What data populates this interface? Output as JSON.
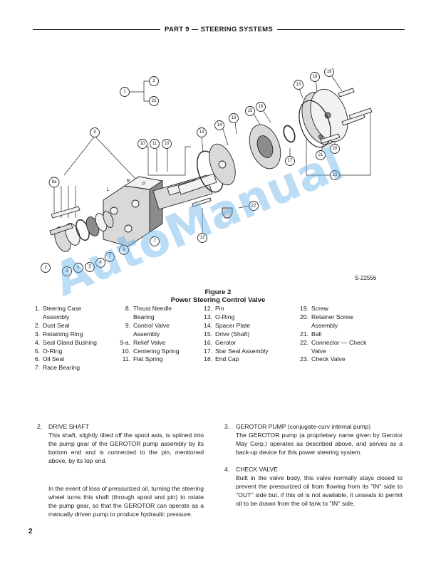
{
  "header": {
    "title": "PART 9 — STEERING SYSTEMS"
  },
  "figure": {
    "id": "S-22556",
    "label": "Figure 2",
    "caption": "Power Steering Control Valve",
    "port_labels": [
      "L",
      "R",
      "P"
    ],
    "callouts": [
      "1",
      "2",
      "22",
      "9",
      "10",
      "11",
      "10",
      "9a",
      "13",
      "14",
      "13",
      "15",
      "16",
      "18",
      "19",
      "13",
      "17",
      "21",
      "20",
      "23",
      "22",
      "12",
      "2",
      "3",
      "4",
      "5",
      "6",
      "7",
      "8",
      "7"
    ]
  },
  "parts_list": {
    "col1": [
      {
        "num": "1.",
        "lines": [
          "Steering Case",
          "Assembly"
        ]
      },
      {
        "num": "2.",
        "lines": [
          "Dust Seal"
        ]
      },
      {
        "num": "3.",
        "lines": [
          "Retaining Ring"
        ]
      },
      {
        "num": "4.",
        "lines": [
          "Seal Gland Bushing"
        ]
      },
      {
        "num": "5.",
        "lines": [
          "O-Ring"
        ]
      },
      {
        "num": "6.",
        "lines": [
          "Oil Seal"
        ]
      },
      {
        "num": "7.",
        "lines": [
          "Race Bearing"
        ]
      }
    ],
    "col2": [
      {
        "num": "8.",
        "lines": [
          "Thrust Needle",
          "Bearing"
        ]
      },
      {
        "num": "9.",
        "lines": [
          "Control Valve",
          "Assembly"
        ]
      },
      {
        "num": "9-a.",
        "lines": [
          "Relief Valve"
        ]
      },
      {
        "num": "10.",
        "lines": [
          "Centering Spring"
        ]
      },
      {
        "num": "11.",
        "lines": [
          "Flat Spring"
        ]
      }
    ],
    "col3": [
      {
        "num": "12.",
        "lines": [
          "Pin"
        ]
      },
      {
        "num": "13.",
        "lines": [
          "O-Ring"
        ]
      },
      {
        "num": "14.",
        "lines": [
          "Spacer Plate"
        ]
      },
      {
        "num": "15.",
        "lines": [
          "Drive (Shaft)"
        ]
      },
      {
        "num": "16.",
        "lines": [
          "Gerotor"
        ]
      },
      {
        "num": "17.",
        "lines": [
          "Star Seal Assembly"
        ]
      },
      {
        "num": "18.",
        "lines": [
          "End Cap"
        ]
      }
    ],
    "col4": [
      {
        "num": "19.",
        "lines": [
          "Screw"
        ]
      },
      {
        "num": "20.",
        "lines": [
          "Retainer Screw",
          "Assembly"
        ]
      },
      {
        "num": "21.",
        "lines": [
          "Ball"
        ]
      },
      {
        "num": "22.",
        "lines": [
          "Connector — Check",
          "Valve"
        ]
      },
      {
        "num": "23.",
        "lines": [
          "Check Valve"
        ]
      }
    ]
  },
  "sections": {
    "drive_shaft": {
      "num": "2.",
      "title": "DRIVE SHAFT",
      "para1": "This shaft, slightly tilted off the spool axis, is splined into the pump gear of the GEROTOR pump assembly by its bottom end and is connected to the pin, mentioned above, by its top end.",
      "para2": "In the event of loss of pressurized oil, turning the steering wheel turns this shaft (through spool and pin) to rotate the pump gear, so that the GEROTOR can operate as a manually driven pump to produce hydraulic pressure."
    },
    "gerotor_pump": {
      "num": "3.",
      "title": "GEROTOR PUMP (conjugate-curv internal pump)",
      "para1": "The GEROTOR pump (a proprietary name given by Gerotor May Corp.) operates as described above, and serves as a back-up device for this power steering system."
    },
    "check_valve": {
      "num": "4.",
      "title": "CHECK VALVE",
      "para1": "Built in the valve body, this valve normally stays closed to prevent the pressurized oil from flowing from its ''IN'' side to ''OUT'' side but, if this oil is not available, it unseats to permit oil to be drawn from the oil tank to ''IN'' side."
    }
  },
  "page_number": "2",
  "watermark": "AutoManual"
}
